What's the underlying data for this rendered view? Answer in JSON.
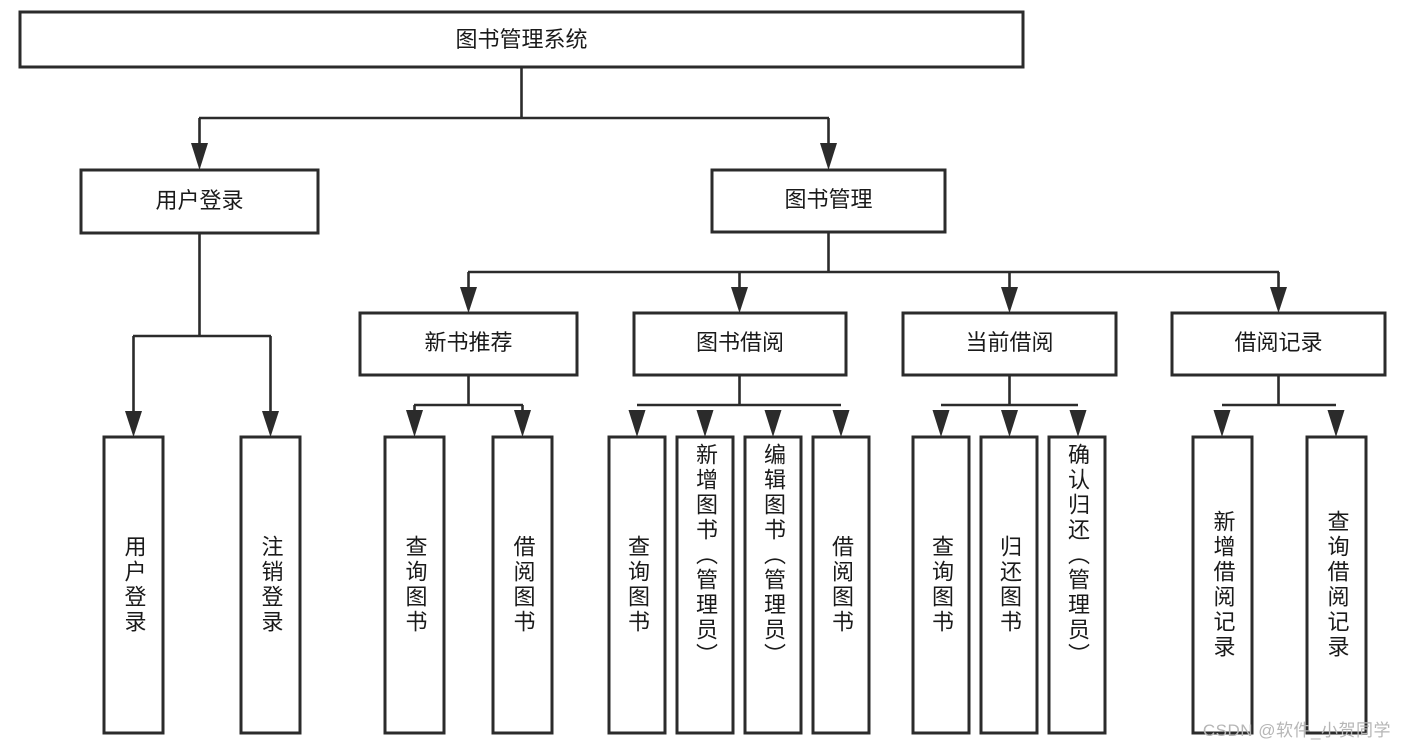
{
  "diagram": {
    "type": "hierarchy-tree",
    "title": "图书管理系统",
    "watermark": "CSDN @软件_小贺同学",
    "colors": {
      "box_stroke": "#2b2b2b",
      "box_fill": "#ffffff",
      "connector": "#2b2b2b",
      "text": "#1a1a1a",
      "watermark": "#b6b6b6",
      "background": "#ffffff"
    },
    "levels": [
      {
        "level": 1,
        "orientation": "horizontal",
        "nodes": [
          {
            "id": "root",
            "label": "图书管理系统"
          }
        ]
      },
      {
        "level": 2,
        "orientation": "horizontal",
        "nodes": [
          {
            "id": "user-login",
            "label": "用户登录",
            "parent": "root"
          },
          {
            "id": "book-manage",
            "label": "图书管理",
            "parent": "root"
          }
        ]
      },
      {
        "level": 3,
        "orientation": "horizontal",
        "nodes": [
          {
            "id": "new-book-rec",
            "label": "新书推荐",
            "parent": "book-manage"
          },
          {
            "id": "book-borrow",
            "label": "图书借阅",
            "parent": "book-manage"
          },
          {
            "id": "current-borrow",
            "label": "当前借阅",
            "parent": "book-manage"
          },
          {
            "id": "borrow-record",
            "label": "借阅记录",
            "parent": "book-manage"
          }
        ]
      },
      {
        "level": 4,
        "orientation": "vertical",
        "nodes": [
          {
            "id": "leaf-1",
            "label": "用户登录",
            "parent": "user-login"
          },
          {
            "id": "leaf-2",
            "label": "注销登录",
            "parent": "user-login"
          },
          {
            "id": "leaf-3",
            "label": "查询图书",
            "parent": "new-book-rec"
          },
          {
            "id": "leaf-4",
            "label": "借阅图书",
            "parent": "new-book-rec"
          },
          {
            "id": "leaf-5",
            "label": "查询图书",
            "parent": "book-borrow"
          },
          {
            "id": "leaf-6",
            "label": "新增图书（管理员）",
            "parent": "book-borrow"
          },
          {
            "id": "leaf-7",
            "label": "编辑图书（管理员）",
            "parent": "book-borrow"
          },
          {
            "id": "leaf-8",
            "label": "借阅图书",
            "parent": "book-borrow"
          },
          {
            "id": "leaf-9",
            "label": "查询图书",
            "parent": "current-borrow"
          },
          {
            "id": "leaf-10",
            "label": "归还图书",
            "parent": "current-borrow"
          },
          {
            "id": "leaf-11",
            "label": "确认归还（管理员）",
            "parent": "current-borrow"
          },
          {
            "id": "leaf-12",
            "label": "新增借阅记录",
            "parent": "borrow-record"
          },
          {
            "id": "leaf-13",
            "label": "查询借阅记录",
            "parent": "borrow-record"
          }
        ]
      }
    ]
  }
}
